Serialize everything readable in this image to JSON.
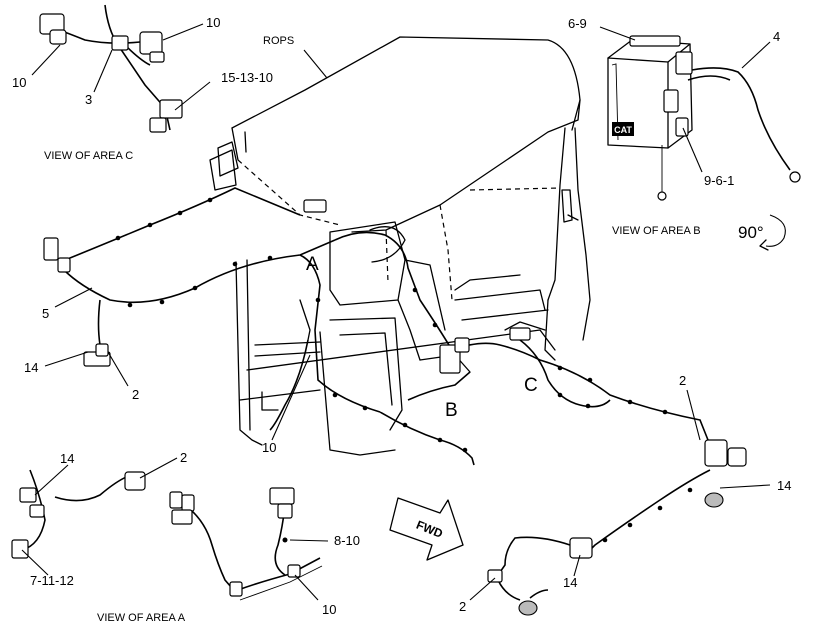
{
  "callouts": [
    {
      "id": "c-10-topright",
      "text": "10"
    },
    {
      "id": "c-10-topleft",
      "text": "10"
    },
    {
      "id": "c-3",
      "text": "3"
    },
    {
      "id": "c-15-13-10",
      "text": "15-13-10"
    },
    {
      "id": "c-rops",
      "text": "ROPS"
    },
    {
      "id": "c-6-9",
      "text": "6-9"
    },
    {
      "id": "c-4",
      "text": "4"
    },
    {
      "id": "c-9-6-1",
      "text": "9-6-1"
    },
    {
      "id": "c-5",
      "text": "5"
    },
    {
      "id": "c-14-left",
      "text": "14"
    },
    {
      "id": "c-2-left",
      "text": "2"
    },
    {
      "id": "c-10-mid",
      "text": "10"
    },
    {
      "id": "c-2-right",
      "text": "2"
    },
    {
      "id": "c-14-right",
      "text": "14"
    },
    {
      "id": "c-14-detail-a",
      "text": "14"
    },
    {
      "id": "c-2-detail-a",
      "text": "2"
    },
    {
      "id": "c-7-11-12",
      "text": "7-11-12"
    },
    {
      "id": "c-8-10",
      "text": "8-10"
    },
    {
      "id": "c-10-bottom",
      "text": "10"
    },
    {
      "id": "c-2-bottom",
      "text": "2"
    },
    {
      "id": "c-14-bottom",
      "text": "14"
    }
  ],
  "area_markers": {
    "a": "A",
    "b": "B",
    "c": "C"
  },
  "captions": {
    "view_c": "VIEW OF AREA  C",
    "view_b": "VIEW OF AREA  B",
    "view_a": "VIEW OF AREA  A",
    "rotation": "90°"
  },
  "fwd_arrow_label": "FWD",
  "box_logo": "CAT"
}
